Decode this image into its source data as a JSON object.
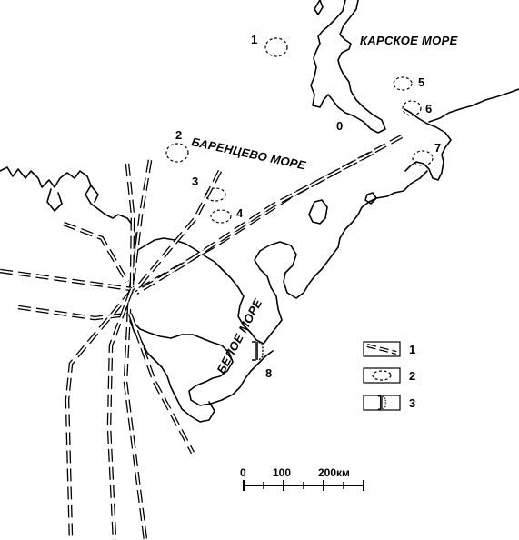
{
  "seas": {
    "kara": "КАРСКОЕ МОРЕ",
    "barents": "БАРЕНЦЕВО МОРЕ",
    "white": "БЕЛОЕ МОРЕ"
  },
  "sites": [
    "0",
    "1",
    "2",
    "3",
    "4",
    "5",
    "6",
    "7",
    "8"
  ],
  "scale": {
    "ticks": [
      "0",
      "100",
      "200км"
    ]
  },
  "legend": [
    {
      "num": "1",
      "symbol": "double-dashed-route"
    },
    {
      "num": "2",
      "symbol": "dotted-ellipse-site"
    },
    {
      "num": "3",
      "symbol": "rock-art-site-icon"
    }
  ]
}
